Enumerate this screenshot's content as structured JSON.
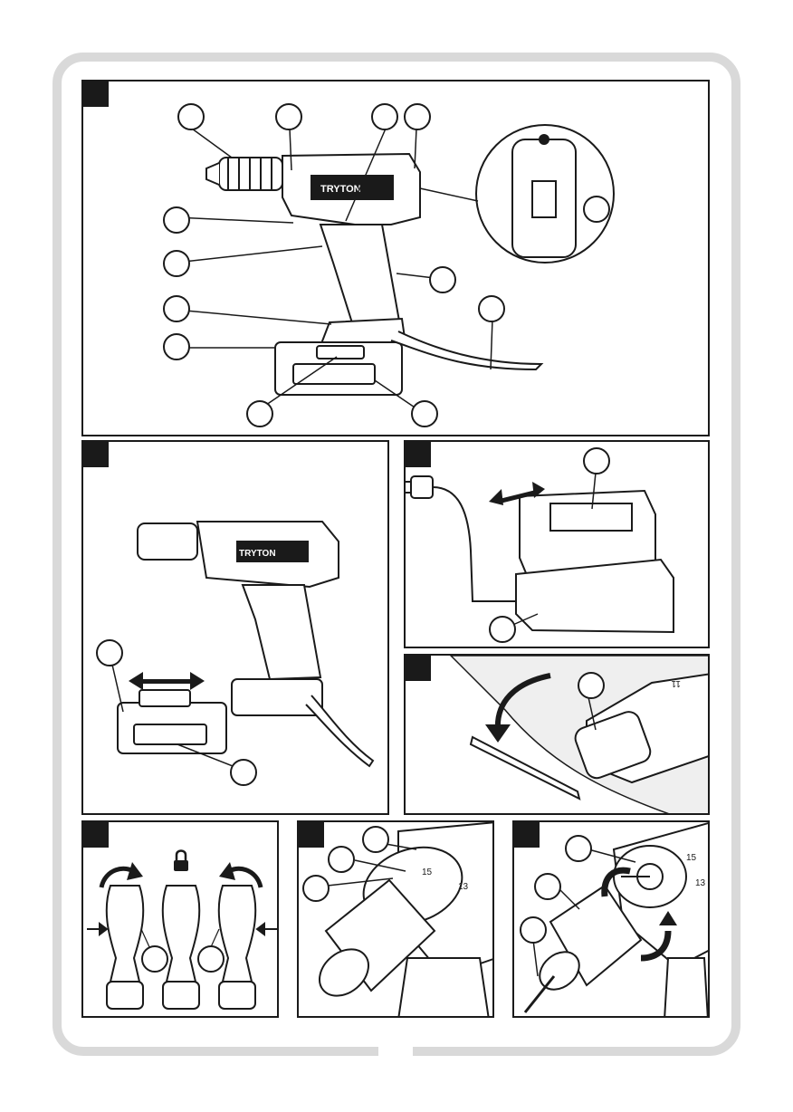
{
  "page": {
    "frame_color": "#d9d9d9",
    "line_color": "#1a1a1a"
  },
  "figures": {
    "fig1": {
      "brand_label": "TRYTON"
    },
    "fig2": {
      "brand_label": "TRYTON"
    },
    "fig3": {},
    "fig4": {
      "torque_marks": [
        "11"
      ]
    },
    "fig5": {
      "lock_symbol": "lock-icon"
    },
    "fig6": {
      "torque_marks": [
        "13",
        "15"
      ]
    },
    "fig7": {
      "torque_marks": [
        "13",
        "15"
      ]
    }
  }
}
